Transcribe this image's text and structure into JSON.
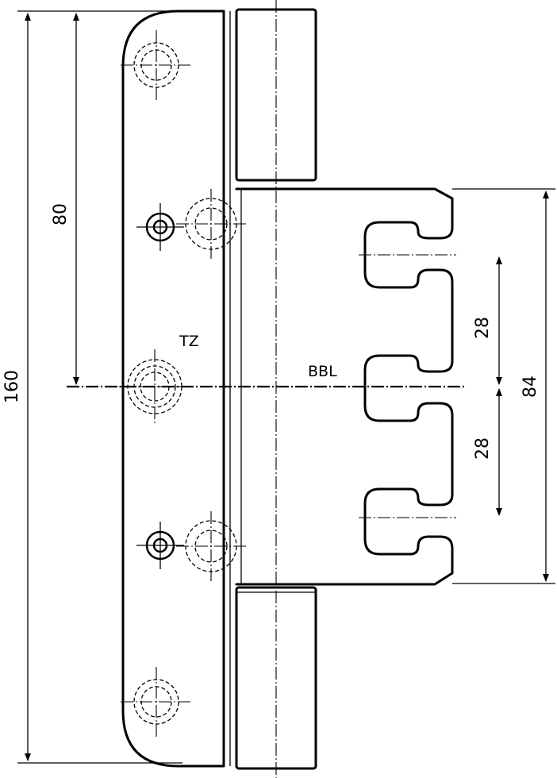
{
  "drawing": {
    "dimensions": {
      "overall_height": "160",
      "to_center": "80",
      "slot_pitch_top": "28",
      "slot_pitch_bottom": "28",
      "bracket_height": "84"
    },
    "labels": {
      "door_part": "TZ",
      "frame_part": "BBL"
    }
  }
}
